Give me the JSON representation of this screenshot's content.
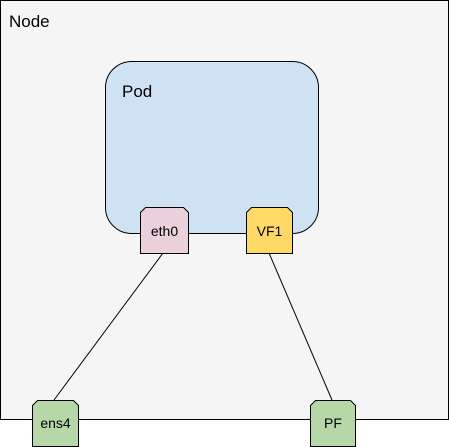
{
  "diagram": {
    "node": {
      "label": "Node"
    },
    "pod": {
      "label": "Pod"
    },
    "interfaces": {
      "eth0": "eth0",
      "vf1": "VF1",
      "ens4": "ens4",
      "pf": "PF"
    }
  },
  "colors": {
    "node_fill": "#f5f5f5",
    "node_stroke": "#000000",
    "pod_fill": "#cfe2f3",
    "eth0_fill": "#ead1dc",
    "vf1_fill": "#ffd966",
    "ens4_fill": "#b6d7a8",
    "pf_fill": "#b6d7a8",
    "stroke": "#000000"
  }
}
